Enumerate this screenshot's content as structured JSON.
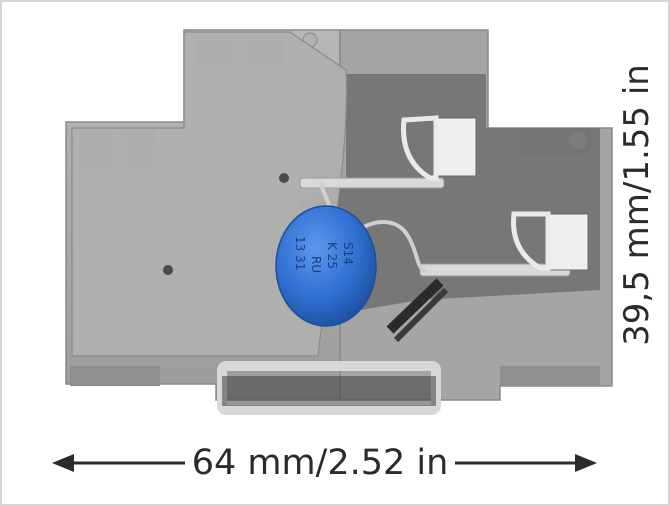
{
  "product": {
    "name": "",
    "component_marking": {
      "line1": "S14",
      "line2": "K 25",
      "line3": "RU",
      "line4": "13 31"
    },
    "colors": {
      "housing": "#a9a9a7",
      "housing_dark": "#8e8e8c",
      "housing_light": "#c2c2c0",
      "varistor": "#2f6fd0",
      "clamp_metal": "#e8e8e8",
      "dimension_text": "#2b2b2b"
    }
  },
  "dimensions": {
    "width_label": "64 mm/2.52 in",
    "height_label": "39,5 mm/1.55 in"
  }
}
